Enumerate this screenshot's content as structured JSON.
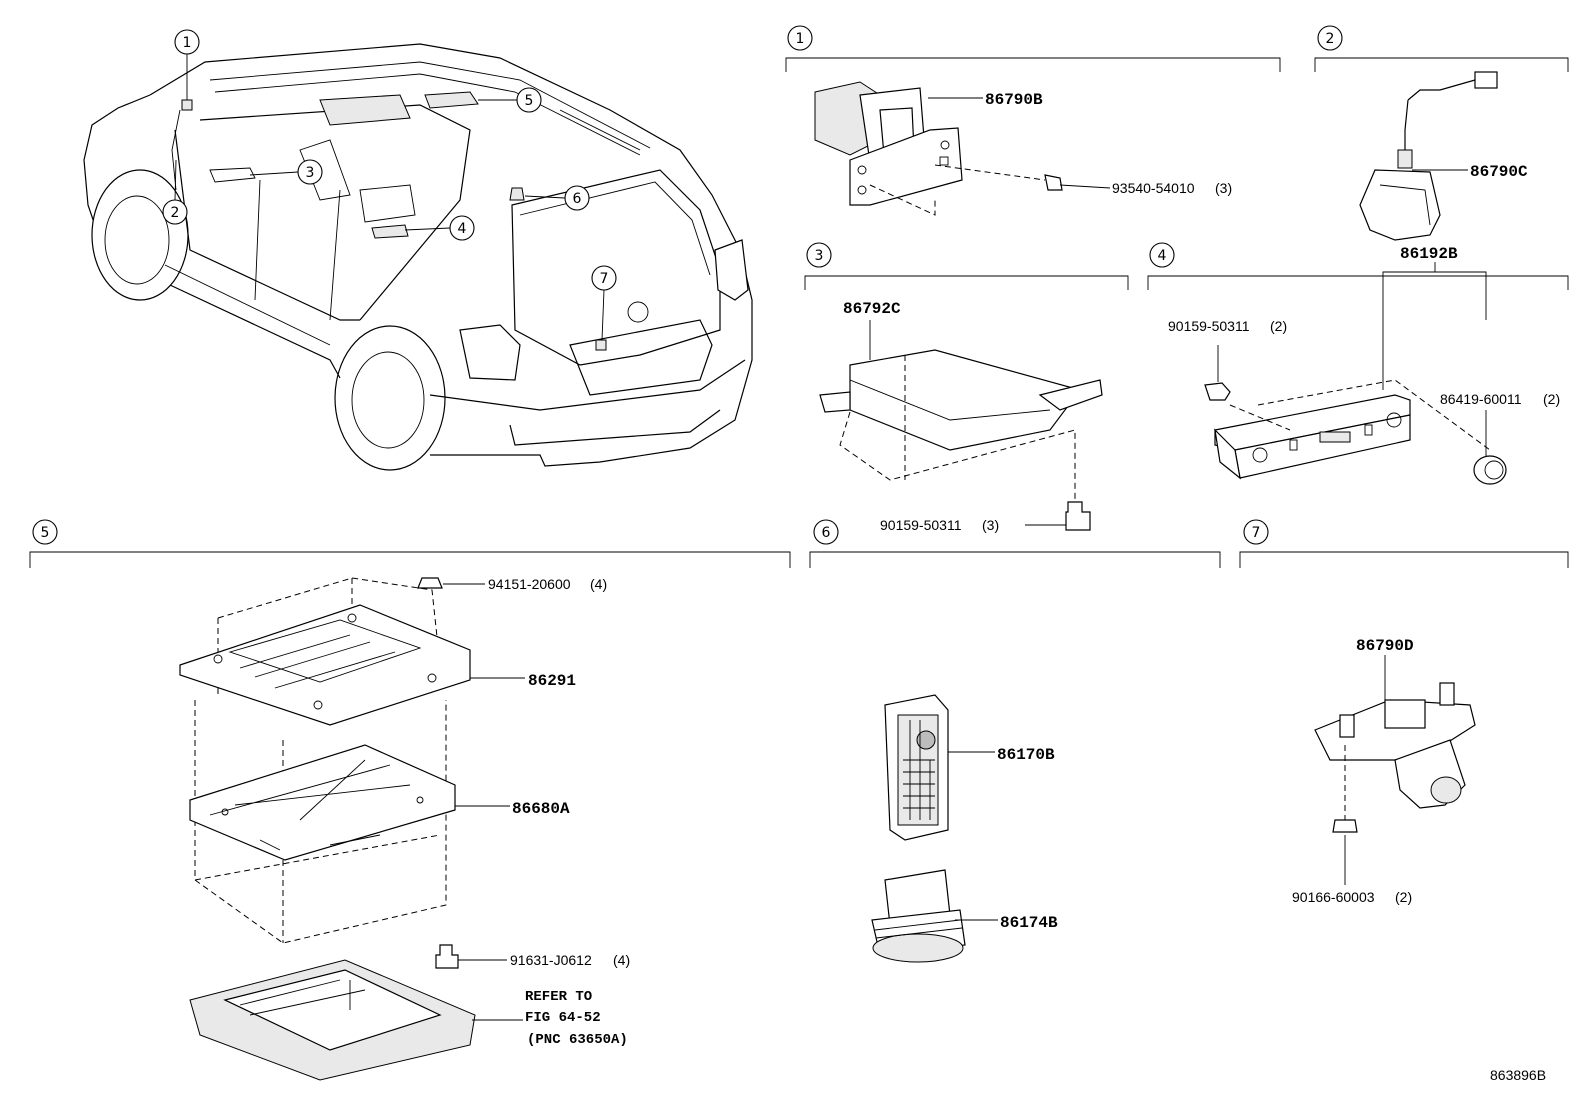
{
  "figure_code": "863896B",
  "overview_callouts": [
    "1",
    "2",
    "3",
    "4",
    "5",
    "6",
    "7"
  ],
  "sections": [
    {
      "id": "1",
      "parts": [
        {
          "pn": "86790B",
          "qty": ""
        },
        {
          "pn": "93540-54010",
          "qty": "(3)"
        }
      ]
    },
    {
      "id": "2",
      "parts": [
        {
          "pn": "86790C",
          "qty": ""
        }
      ]
    },
    {
      "id": "3",
      "parts": [
        {
          "pn": "86792C",
          "qty": ""
        },
        {
          "pn": "90159-50311",
          "qty": "(3)"
        }
      ]
    },
    {
      "id": "4",
      "parts": [
        {
          "pn": "90159-50311",
          "qty": "(2)"
        },
        {
          "pn": "86192B",
          "qty": ""
        },
        {
          "pn": "86419-60011",
          "qty": "(2)"
        }
      ]
    },
    {
      "id": "5",
      "parts": [
        {
          "pn": "94151-20600",
          "qty": "(4)"
        },
        {
          "pn": "86291",
          "qty": ""
        },
        {
          "pn": "86680A",
          "qty": ""
        },
        {
          "pn": "91631-J0612",
          "qty": "(4)"
        }
      ],
      "reference": [
        "REFER TO",
        "FIG 64-52",
        "(PNC 63650A)"
      ]
    },
    {
      "id": "6",
      "parts": [
        {
          "pn": "86170B",
          "qty": ""
        },
        {
          "pn": "86174B",
          "qty": ""
        }
      ]
    },
    {
      "id": "7",
      "parts": [
        {
          "pn": "86790D",
          "qty": ""
        },
        {
          "pn": "90166-60003",
          "qty": "(2)"
        }
      ]
    }
  ]
}
